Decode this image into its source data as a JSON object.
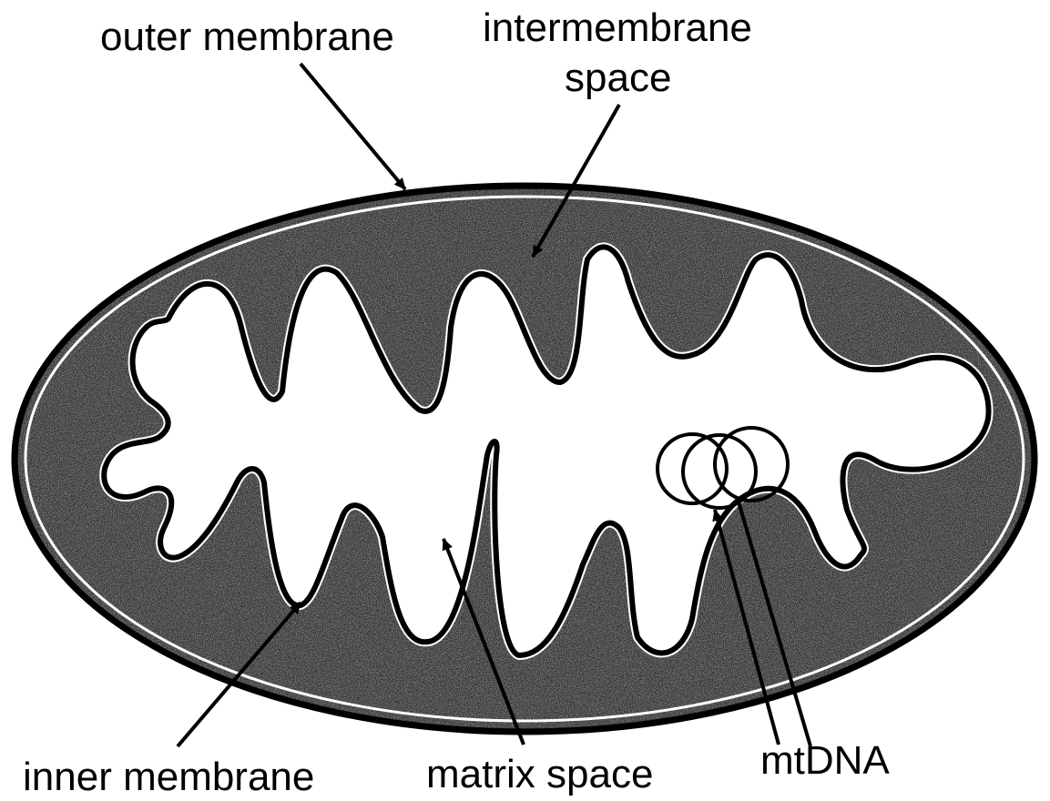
{
  "labels": {
    "outer_membrane": "outer membrane",
    "intermembrane_line1": "intermembrane",
    "intermembrane_line2": "space",
    "inner_membrane": "inner membrane",
    "matrix_space": "matrix space",
    "mtdna": "mtDNA"
  },
  "colors": {
    "ink": "#000000",
    "stipple_fill": "#3a3a3a",
    "matrix_fill": "#ffffff",
    "background": "#ffffff"
  }
}
